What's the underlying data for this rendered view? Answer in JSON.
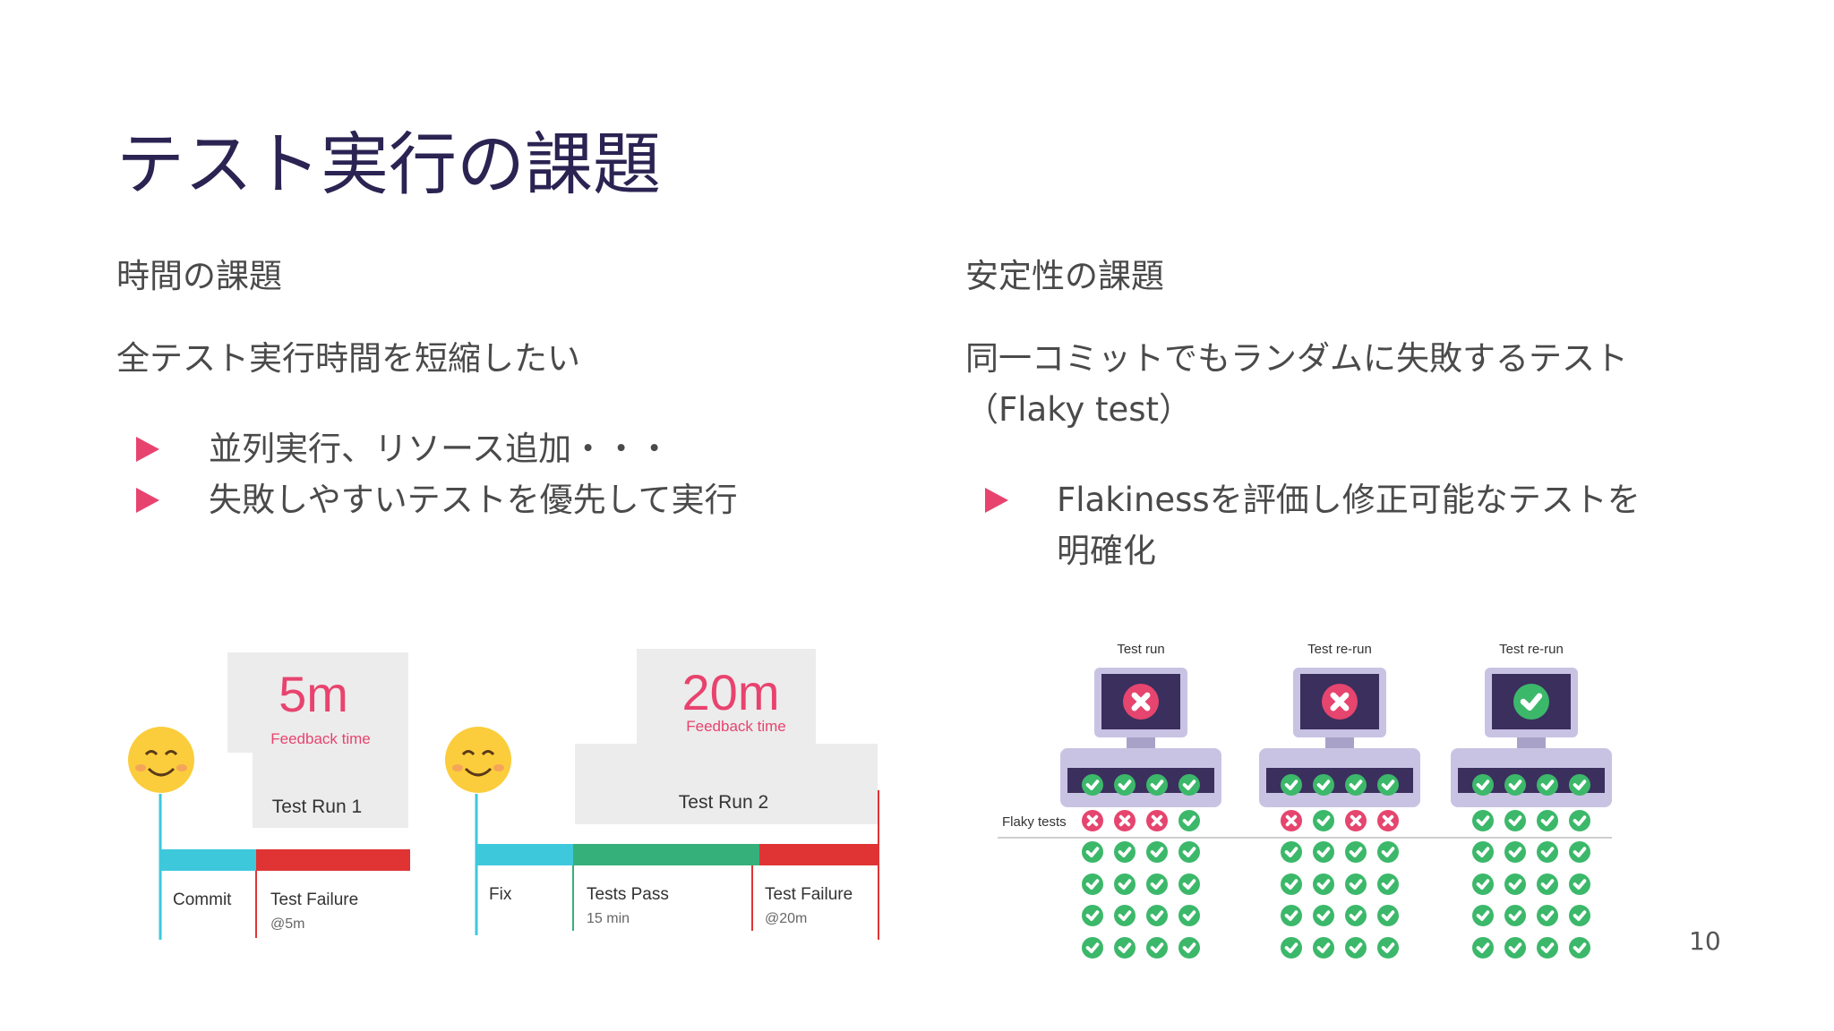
{
  "slide": {
    "title": "テスト実行の課題",
    "page_number": "10"
  },
  "left": {
    "heading": "時間の課題",
    "subtitle": "全テスト実行時間を短縮したい",
    "bullets": [
      "並列実行、リソース追加・・・",
      "失敗しやすいテストを優先して実行"
    ],
    "diagram": {
      "run1": {
        "feedback_value": "5m",
        "feedback_label": "Feedback time",
        "run_label": "Test Run 1",
        "segments": [
          {
            "label": "Commit",
            "sub": ""
          },
          {
            "label": "Test Failure",
            "sub": "@5m"
          }
        ]
      },
      "run2": {
        "feedback_value": "20m",
        "feedback_label": "Feedback time",
        "run_label": "Test Run 2",
        "segments": [
          {
            "label": "Fix",
            "sub": ""
          },
          {
            "label": "Tests Pass",
            "sub": "15 min"
          },
          {
            "label": "Test Failure",
            "sub": "@20m"
          }
        ]
      },
      "colors": {
        "cyan": "#3ec8dc",
        "green": "#36b07a",
        "red": "#e03434",
        "pink": "#e8436e",
        "panel": "#ececec"
      }
    }
  },
  "right": {
    "heading": "安定性の課題",
    "subtitle_line1": "同一コミットでもランダムに失敗するテスト",
    "subtitle_line2": "（Flaky test）",
    "bullet_line1": "Flakinessを評価し修正可能なテストを",
    "bullet_line2": "明確化",
    "diagram": {
      "row_label": "Flaky tests",
      "columns": [
        {
          "label": "Test run",
          "result": "fail",
          "flaky_row": [
            "fail",
            "fail",
            "fail",
            "pass"
          ]
        },
        {
          "label": "Test re-run",
          "result": "fail",
          "flaky_row": [
            "fail",
            "pass",
            "fail",
            "fail"
          ]
        },
        {
          "label": "Test re-run",
          "result": "pass",
          "flaky_row": [
            "pass",
            "pass",
            "pass",
            "pass"
          ]
        }
      ],
      "colors": {
        "pass": "#3cb86a",
        "fail": "#e5456e",
        "monitor": "#c9c3e3",
        "screen": "#3b2f5e"
      }
    }
  }
}
